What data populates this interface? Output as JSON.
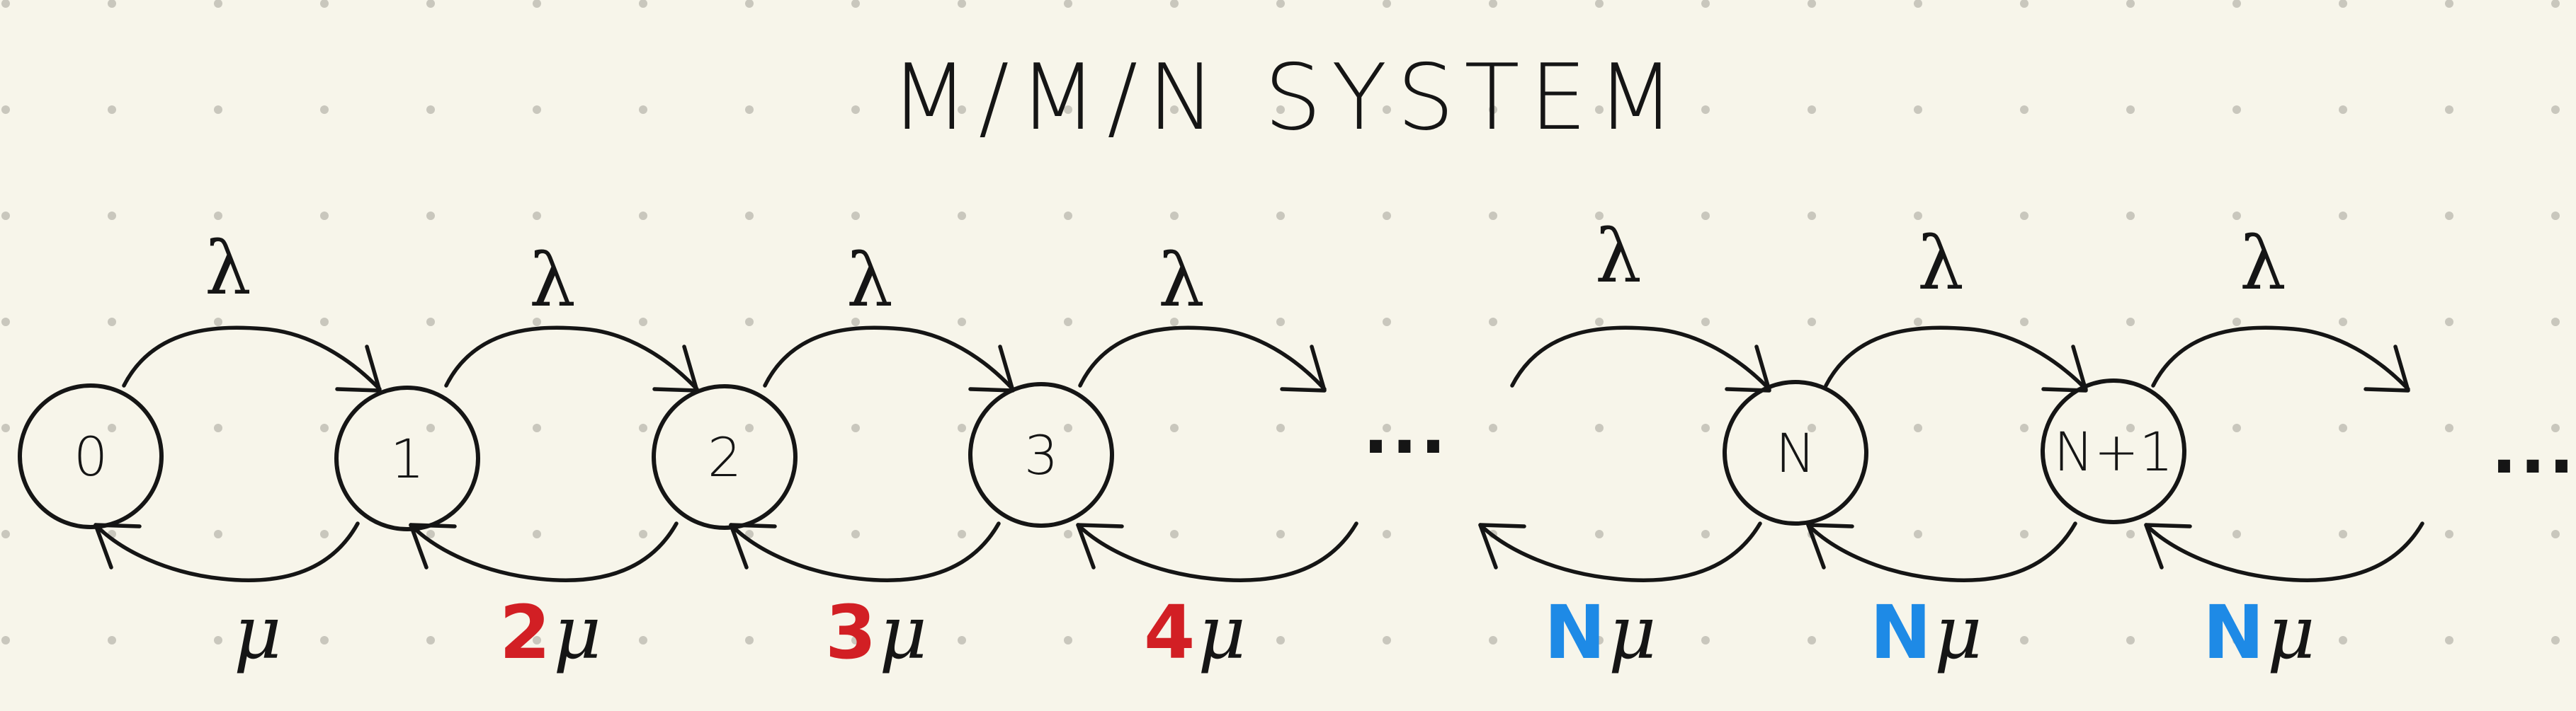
{
  "title": "M/M/N SYSTEM",
  "colors": {
    "background": "#f7f5ea",
    "ink": "#151515",
    "dot_grid": "#c9c7bd",
    "coef_red": "#d21f24",
    "coef_blue": "#1e8ae6"
  },
  "states": [
    {
      "label": "0"
    },
    {
      "label": "1"
    },
    {
      "label": "2"
    },
    {
      "label": "3"
    },
    {
      "label": "N"
    },
    {
      "label": "N+1"
    }
  ],
  "ellipsis": [
    "...",
    "..."
  ],
  "arrival_rate": "λ",
  "service_symbol": "μ",
  "arrival_labels": [
    "λ",
    "λ",
    "λ",
    "λ",
    "λ",
    "λ",
    "λ"
  ],
  "service_labels": [
    {
      "coef": "",
      "rate": "μ",
      "color": ""
    },
    {
      "coef": "2",
      "rate": "μ",
      "color": "coef_red"
    },
    {
      "coef": "3",
      "rate": "μ",
      "color": "coef_red"
    },
    {
      "coef": "4",
      "rate": "μ",
      "color": "coef_red"
    },
    {
      "coef": "N",
      "rate": "μ",
      "color": "coef_blue"
    },
    {
      "coef": "N",
      "rate": "μ",
      "color": "coef_blue"
    },
    {
      "coef": "N",
      "rate": "μ",
      "color": "coef_blue"
    }
  ]
}
